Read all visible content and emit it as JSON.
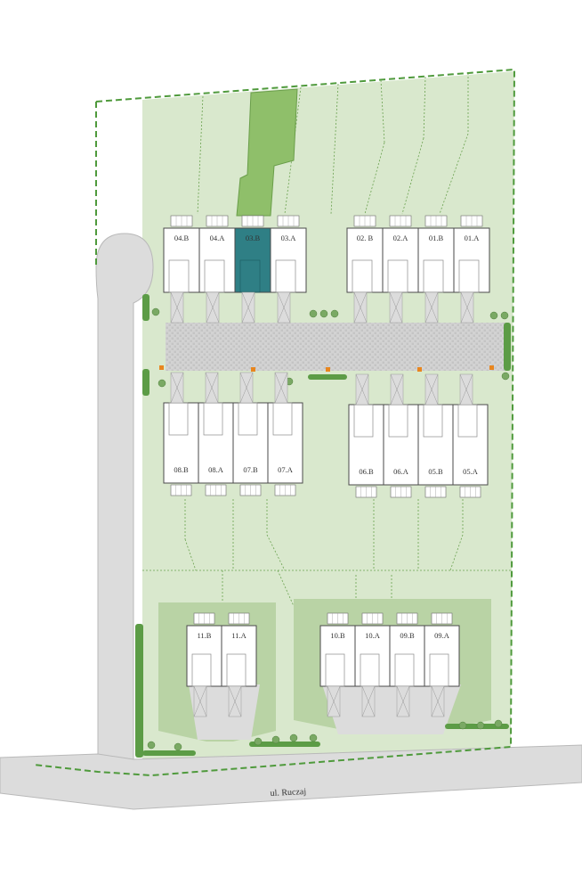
{
  "street_name": "ul. Ruczaj",
  "selected_unit": "03.B",
  "colors": {
    "background": "#ffffff",
    "lawn": "#d9e8cd",
    "plot_highlight": "#8fbf6a",
    "plot_highlight_border": "#6a9e4a",
    "selected_unit": "#2f7f85",
    "road": "#dcdcdc",
    "road_edge": "#b9b9b9",
    "paving": "#cfcfcf",
    "boundary": "#4f9a3c",
    "hedge": "#5c9c46",
    "house_outline": "#4a4a4a",
    "marker": "#e8861f"
  },
  "rows": {
    "north_west": [
      "04.B",
      "04.A",
      "03.B",
      "03.A"
    ],
    "north_east": [
      "02. B",
      "02.A",
      "01.B",
      "01.A"
    ],
    "south_west": [
      "08.B",
      "08.A",
      "07.B",
      "07.A"
    ],
    "south_east": [
      "06.B",
      "06.A",
      "05.B",
      "05.A"
    ],
    "bottom_west": [
      "11.B",
      "11.A"
    ],
    "bottom_east": [
      "10.B",
      "10.A",
      "09.B",
      "09.A"
    ]
  }
}
